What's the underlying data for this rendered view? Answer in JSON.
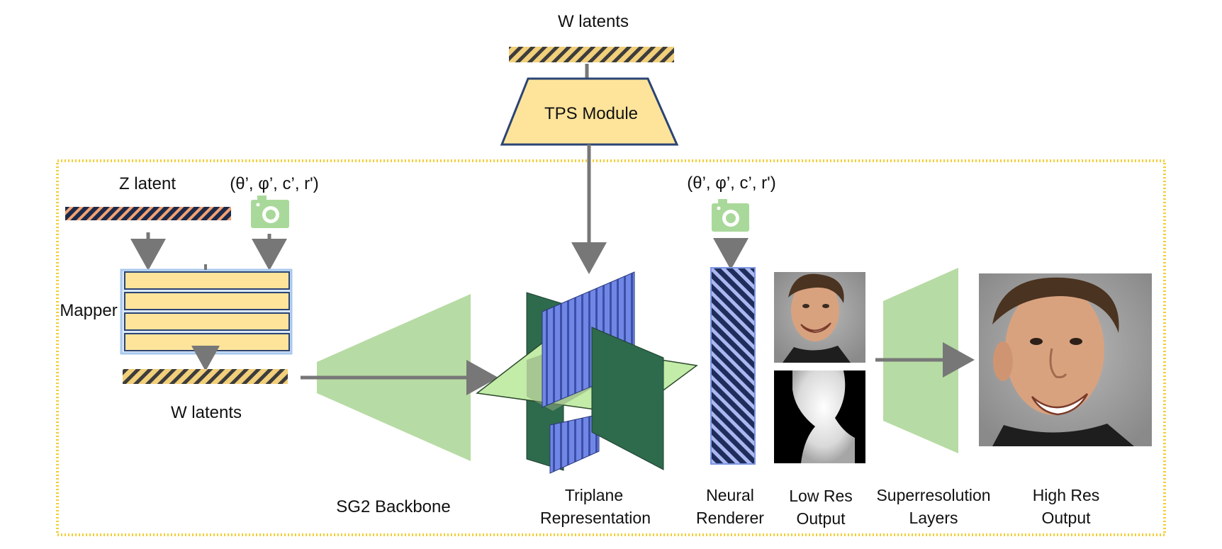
{
  "top": {
    "w_latents_label": "W latents",
    "tps_label": "TPS Module"
  },
  "left": {
    "z_latent_label": "Z latent",
    "camera_params_label": "(θ’, φ’, c’, r')",
    "mapper_label": "Mapper",
    "w_latents_label": "W latents"
  },
  "renderer": {
    "camera_params_label": "(θ’, φ’, c’, r')"
  },
  "bottom_labels": {
    "backbone": "SG2 Backbone",
    "triplane_line1": "Triplane",
    "triplane_line2": "Representation",
    "renderer_line1": "Neural",
    "renderer_line2": "Renderer",
    "lowres_line1": "Low Res",
    "lowres_line2": "Output",
    "superres_line1": "Superresolution",
    "superres_line2": "Layers",
    "highres_line1": "High Res",
    "highres_line2": "Output"
  },
  "colors": {
    "yellow_fill": "#fde49a",
    "navy_stroke": "#2b4474",
    "green_fill": "#b7dba4",
    "camera_green": "#a9d99a",
    "arrow_gray": "#777777",
    "plane_dark_green": "#2e6a4c",
    "plane_light_green": "#c2eca8",
    "plane_blue": "#6f84e3",
    "dotted_border": "#f2cf3a"
  }
}
